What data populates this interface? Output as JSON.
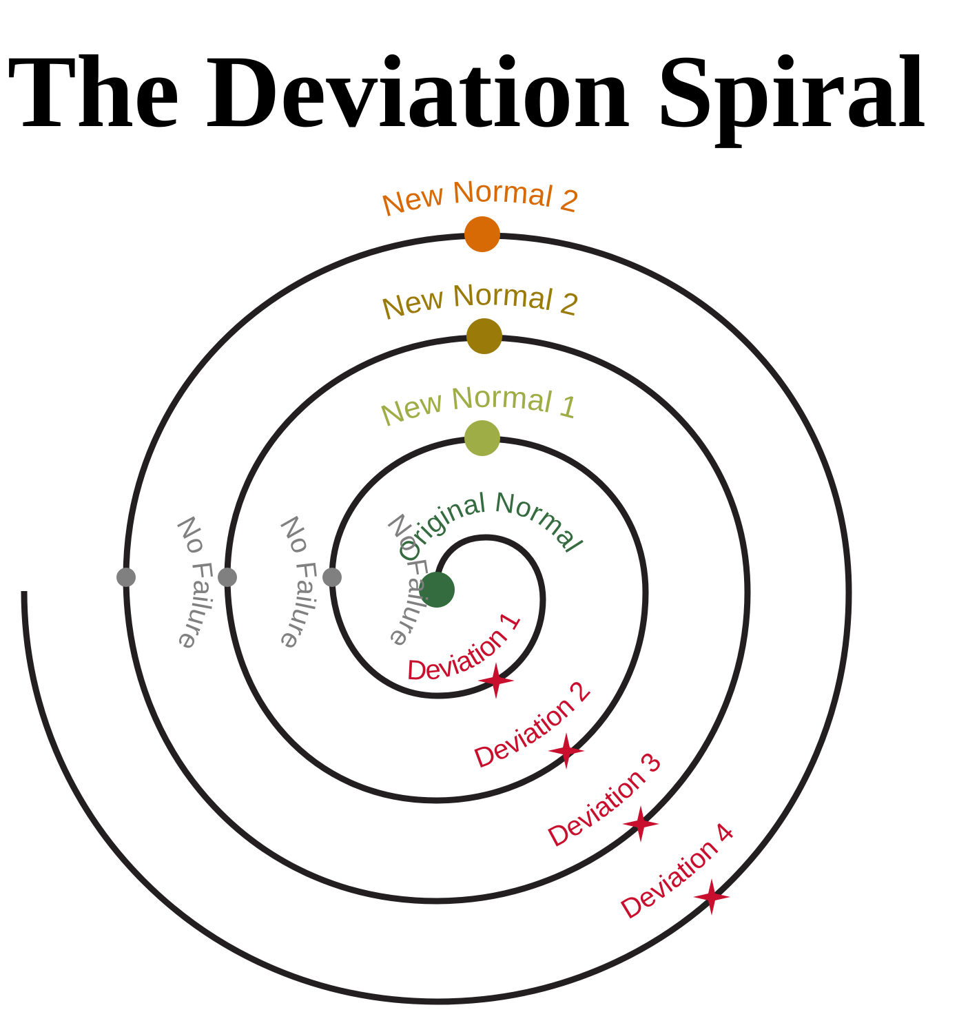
{
  "title": "The Deviation Spiral",
  "colors": {
    "spiral": "#231f20",
    "original_normal": "#346b3f",
    "new_normal_1": "#9fad47",
    "new_normal_2_inner": "#9a7a08",
    "new_normal_2_outer": "#d76a05",
    "no_failure": "#808080",
    "deviation": "#c8102e"
  },
  "labels": {
    "original_normal": "Original Normal",
    "new_normal_1": "New Normal 1",
    "new_normal_2_inner": "New Normal 2",
    "new_normal_2_outer": "New Normal 2",
    "no_failure_1": "No Failure",
    "no_failure_2": "No Failure",
    "no_failure_3": "No Failure",
    "deviation_1": "Deviation 1",
    "deviation_2": "Deviation 2",
    "deviation_3": "Deviation 3",
    "deviation_4": "Deviation 4"
  }
}
